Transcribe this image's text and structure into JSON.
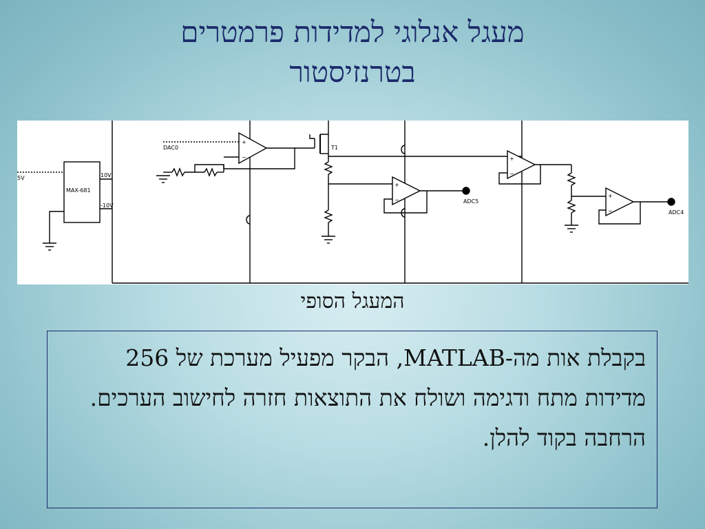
{
  "slide": {
    "title_line1": "מעגל אנלוגי למדידות פרמטרים",
    "title_line2": "בטרנזיסטור",
    "caption": "המעגל הסופי",
    "body_text": "בקבלת אות מה-MATLAB, הבקר מפעיל מערכת של 256 מדידות מתח ודגימה ושולח את התוצאות חזרה לחישוב הערכים. הרחבה בקוד להלן."
  },
  "schematic": {
    "labels": {
      "input_5v": "5V",
      "chip": "MAX-681",
      "out_pos": "10V",
      "out_neg": "-10V",
      "dac": "DAC0",
      "transistor": "T1",
      "adc5": "ADC5",
      "adc4": "ADC4",
      "plus": "+",
      "minus": "−"
    }
  },
  "colors": {
    "title": "#1b2a6b",
    "border": "#1b2a6b",
    "background": "#a9d3db"
  }
}
